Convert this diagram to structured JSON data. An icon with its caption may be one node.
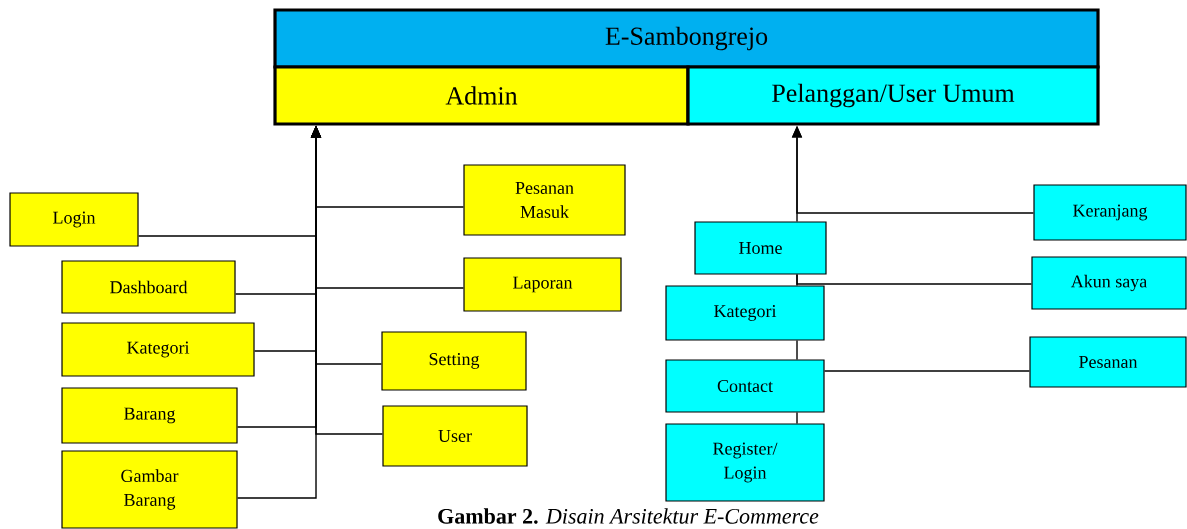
{
  "diagram": {
    "caption": "**Gambar 2.** *Disain Arsitektur E-Commerce*",
    "nodes": [
      {
        "text": [
          "E-Sambongrejo"
        ]
      },
      {
        "text": [
          "Admin"
        ]
      },
      {
        "text": [
          "Pelanggan/User Umum"
        ]
      },
      {
        "text": [
          "Login"
        ]
      },
      {
        "text": [
          "Dashboard"
        ]
      },
      {
        "text": [
          "Kategori"
        ]
      },
      {
        "text": [
          "Barang"
        ]
      },
      {
        "text": [
          "Gambar Barang"
        ]
      },
      {
        "text": [
          "Pesanan Masuk"
        ]
      },
      {
        "text": [
          "Laporan"
        ]
      },
      {
        "text": [
          "Setting"
        ]
      },
      {
        "text": [
          "User"
        ]
      },
      {
        "text": [
          "Home"
        ]
      },
      {
        "text": [
          "Kategori"
        ]
      },
      {
        "text": [
          "Contact"
        ]
      },
      {
        "text": [
          "Register/ Login"
        ]
      },
      {
        "text": [
          "Keranjang"
        ]
      },
      {
        "text": [
          "Akun saya"
        ]
      },
      {
        "text": [
          "Pesanan"
        ]
      }
    ],
    "edges": [
      {
        "from": 3,
        "to": 1,
        "arrow": "to"
      },
      {
        "from": 4,
        "to": 1,
        "arrow": "to"
      },
      {
        "from": 5,
        "to": 1,
        "arrow": "to"
      },
      {
        "from": 6,
        "to": 1,
        "arrow": "to"
      },
      {
        "from": 7,
        "to": 1,
        "arrow": "to"
      },
      {
        "from": 8,
        "to": 1,
        "arrow": "to"
      },
      {
        "from": 9,
        "to": 1,
        "arrow": "to"
      },
      {
        "from": 10,
        "to": 1,
        "arrow": "to"
      },
      {
        "from": 11,
        "to": 1,
        "arrow": "to"
      },
      {
        "from": 12,
        "to": 2,
        "arrow": "to"
      },
      {
        "from": 13,
        "to": 12,
        "arrow": "none"
      },
      {
        "from": 14,
        "to": 13,
        "arrow": "none"
      },
      {
        "from": 15,
        "to": 14,
        "arrow": "none"
      },
      {
        "from": 16,
        "to": 2,
        "arrow": "to"
      },
      {
        "from": 17,
        "to": 12,
        "arrow": "none"
      },
      {
        "from": 18,
        "to": 14,
        "arrow": "none"
      }
    ]
  }
}
